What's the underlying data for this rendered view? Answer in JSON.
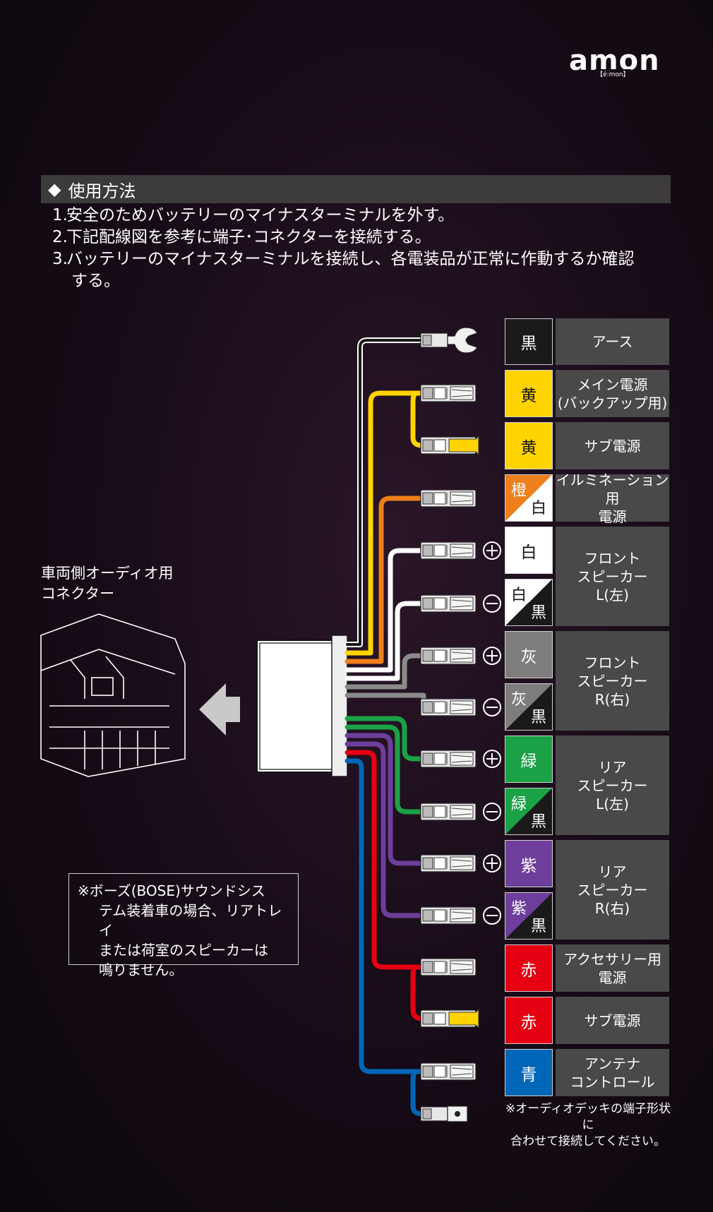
{
  "brand": {
    "logo": "amon",
    "tagline": "【é:mon】"
  },
  "section": {
    "mark": "◆",
    "title": "使用方法"
  },
  "steps": [
    {
      "num": "1.",
      "text": "安全のためバッテリーのマイナスターミナルを外す。"
    },
    {
      "num": "2.",
      "text": "下記配線図を参考に端子･コネクターを接続する。"
    },
    {
      "num": "3.",
      "text": "バッテリーのマイナスターミナルを接続し、各電装品が正常に作動するか確認",
      "cont": "する。"
    }
  ],
  "vehicle_label": {
    "line1": "車両側オーディオ用",
    "line2": "コネクター"
  },
  "note": {
    "line1": "※ボーズ(BOSE)サウンドシス",
    "line2": "テム装着車の場合、リアトレイ",
    "line3": "または荷室のスピーカーは",
    "line4": "鳴りません。"
  },
  "bottom_note": {
    "line1": "※オーディオデッキの端子形状に",
    "line2": "合わせて接続してください。"
  },
  "colors_key": {
    "black": "#1a1a1a",
    "yellow": "#ffd400",
    "orange": "#ee7f1a",
    "white": "#ffffff",
    "gray": "#7d7d7d",
    "green": "#1ba146",
    "purple": "#6d3e9b",
    "red": "#e50012",
    "blue": "#0067b8"
  },
  "wires": [
    {
      "color_name": "黒",
      "label": [
        "アース"
      ]
    },
    {
      "color_name": "黄",
      "label": [
        "メイン電源",
        "(バックアップ用)"
      ]
    },
    {
      "color_name": "黄",
      "label": [
        "サブ電源"
      ]
    },
    {
      "color_name_top": "橙",
      "color_name_bottom": "白",
      "label": [
        "イルミネーション用",
        "電源"
      ]
    },
    {
      "color_name": "白",
      "polarity": "⊕",
      "label": [
        "フロント",
        "スピーカー",
        "L(左)"
      ]
    },
    {
      "color_name_top": "白",
      "color_name_bottom": "黒",
      "polarity": "⊖"
    },
    {
      "color_name": "灰",
      "polarity": "⊕",
      "label": [
        "フロント",
        "スピーカー",
        "R(右)"
      ]
    },
    {
      "color_name_top": "灰",
      "color_name_bottom": "黒",
      "polarity": "⊖"
    },
    {
      "color_name": "緑",
      "polarity": "⊕",
      "label": [
        "リア",
        "スピーカー",
        "L(左)"
      ]
    },
    {
      "color_name_top": "緑",
      "color_name_bottom": "黒",
      "polarity": "⊖"
    },
    {
      "color_name": "紫",
      "polarity": "⊕",
      "label": [
        "リア",
        "スピーカー",
        "R(右)"
      ]
    },
    {
      "color_name_top": "紫",
      "color_name_bottom": "黒",
      "polarity": "⊖"
    },
    {
      "color_name": "赤",
      "label": [
        "アクセサリー用",
        "電源"
      ]
    },
    {
      "color_name": "赤",
      "label": [
        "サブ電源"
      ]
    },
    {
      "color_name": "青",
      "label": [
        "アンテナ",
        "コントロール"
      ]
    }
  ]
}
